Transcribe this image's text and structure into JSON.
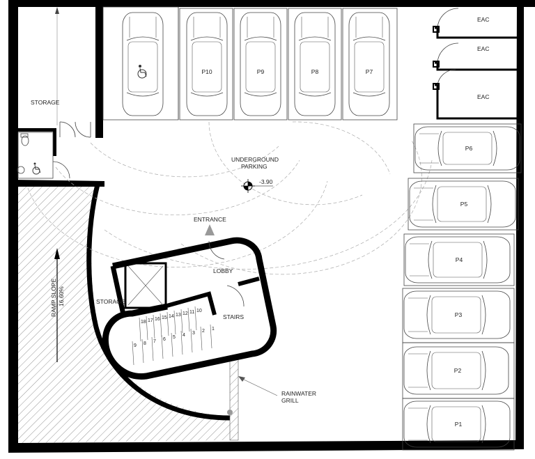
{
  "labels": {
    "storage_top": "STORAGE",
    "storage_mid": "STORAGE",
    "underground_line1": "UNDERGROUND",
    "underground_line2": "PARKING",
    "level": "-3.90",
    "entrance": "ENTRANCE",
    "lobby": "LOBBY",
    "stairs": "STAIRS",
    "ramp_line1": "RAMP SLOPE",
    "ramp_line2": "16.60%",
    "rainwater_line1": "RAINWATER",
    "rainwater_line2": "GRILL"
  },
  "eac": [
    "EAC",
    "EAC",
    "EAC"
  ],
  "top_spaces": [
    "",
    "P10",
    "P9",
    "P8",
    "P7"
  ],
  "right_spaces": [
    "P6",
    "P5",
    "P4",
    "P3",
    "P2",
    "P1"
  ],
  "stair_numbers": [
    "18",
    "17",
    "16",
    "15",
    "14",
    "13",
    "12",
    "11",
    "10",
    "9",
    "8",
    "7",
    "6",
    "5",
    "4",
    "3",
    "2",
    "1"
  ],
  "icons": {
    "accessible": "wheelchair-icon",
    "level_marker": "level-marker-icon",
    "arrow": "ramp-direction-arrow-icon"
  }
}
